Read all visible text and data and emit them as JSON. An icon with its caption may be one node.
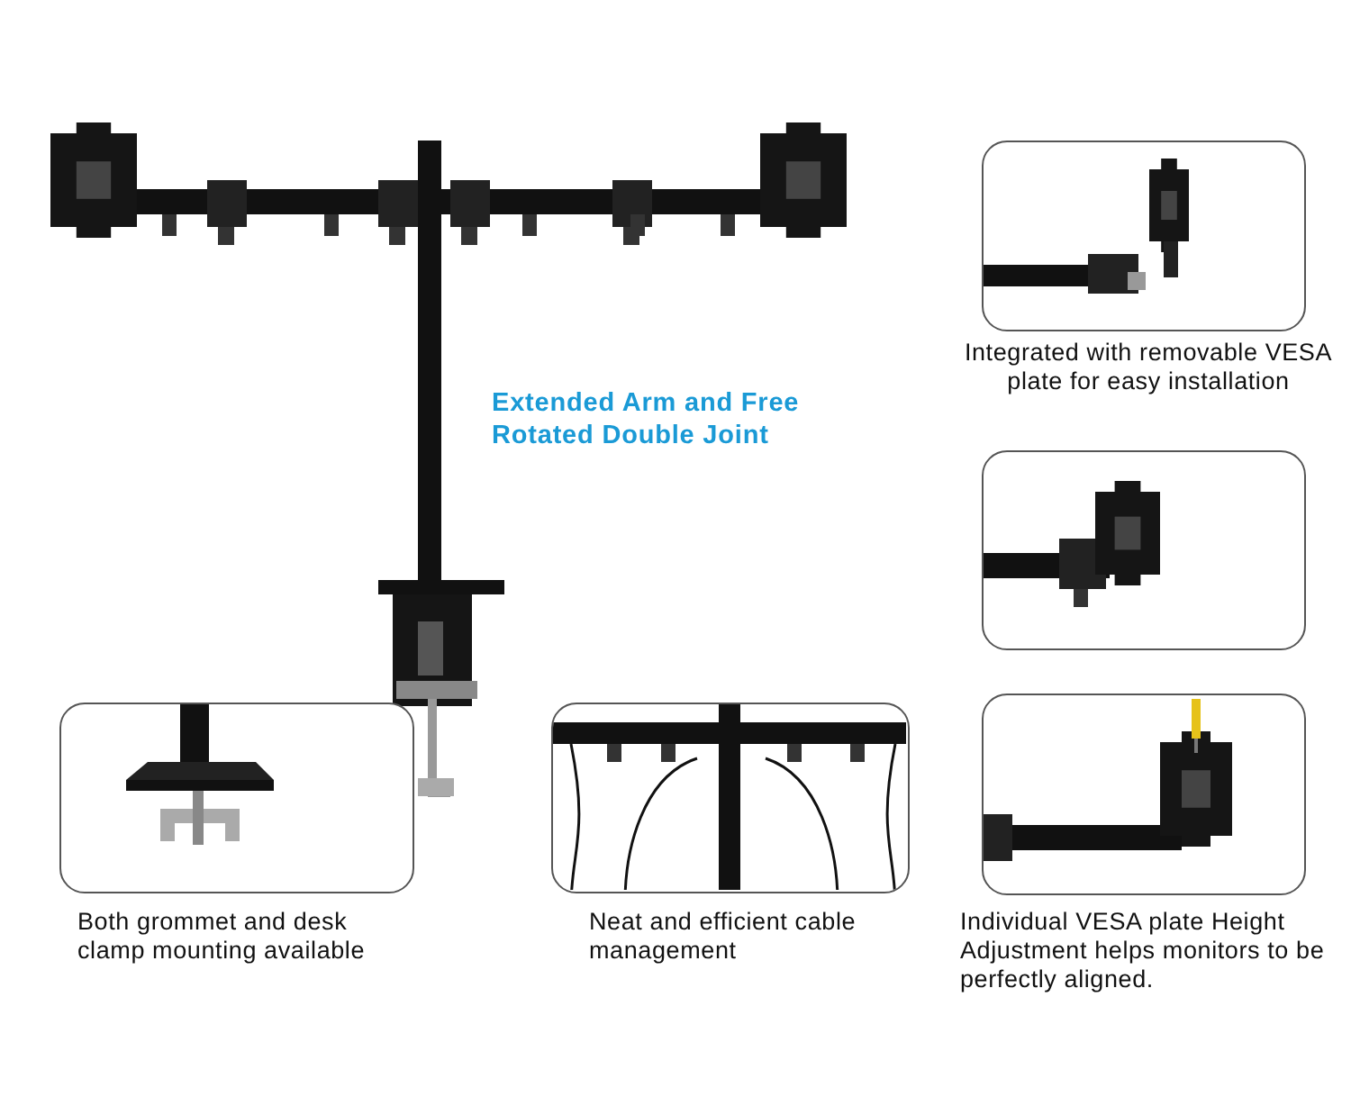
{
  "diagram": {
    "nodes": [
      {
        "text": [],
        "shape": "picture",
        "beside": [
          "Integrated with removable VESA plate for easy installation"
        ]
      },
      {
        "text": [],
        "shape": "picture"
      },
      {
        "text": [],
        "shape": "picture",
        "beside": [
          "Both grommet and desk clamp mounting available"
        ]
      },
      {
        "text": [],
        "shape": "picture",
        "beside": [
          "Neat and efficient cable management"
        ]
      },
      {
        "text": [],
        "shape": "picture",
        "beside": [
          "Individual VESA plate Height Adjustment helps monitors to be perfectly aligned."
        ]
      }
    ],
    "labels": [
      "Extended Arm and Free Rotated Double Joint"
    ]
  }
}
